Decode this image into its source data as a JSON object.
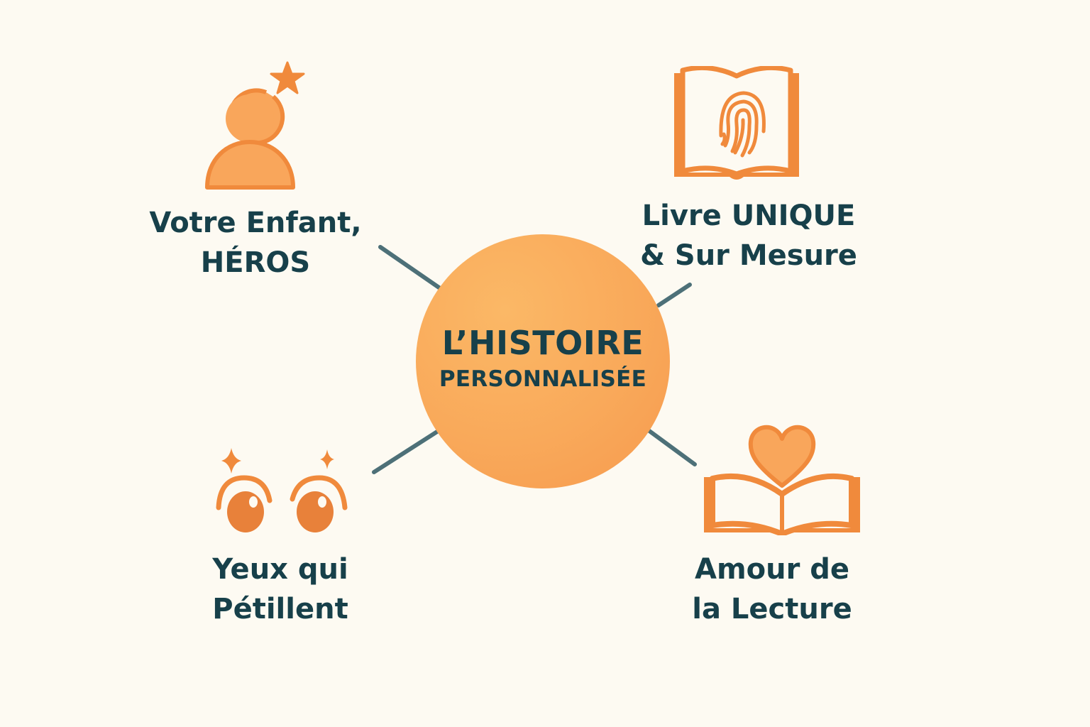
{
  "diagram": {
    "type": "radial-mind-map",
    "colors": {
      "background": "#fdfaf2",
      "hub_fill": "#f9a95a",
      "icon_orange": "#f08a3c",
      "icon_fill_light": "#f9a65b",
      "text_dark": "#17404a",
      "connector": "#4d7078"
    },
    "hub": {
      "title": "L’HISTOIRE",
      "subtitle": "PERSONNALISÉE"
    },
    "nodes": [
      {
        "id": "hero",
        "position": "top-left",
        "icon": "child-with-star-icon",
        "line1": "Votre Enfant,",
        "line2": "HÉROS"
      },
      {
        "id": "unique-book",
        "position": "top-right",
        "icon": "book-fingerprint-icon",
        "line1": "Livre UNIQUE",
        "line2": "& Sur Mesure"
      },
      {
        "id": "sparkling-eyes",
        "position": "bottom-left",
        "icon": "sparkling-eyes-icon",
        "line1": "Yeux qui",
        "line2": "Pétillent"
      },
      {
        "id": "love-reading",
        "position": "bottom-right",
        "icon": "book-heart-icon",
        "line1": "Amour de",
        "line2": "la Lecture"
      }
    ]
  }
}
